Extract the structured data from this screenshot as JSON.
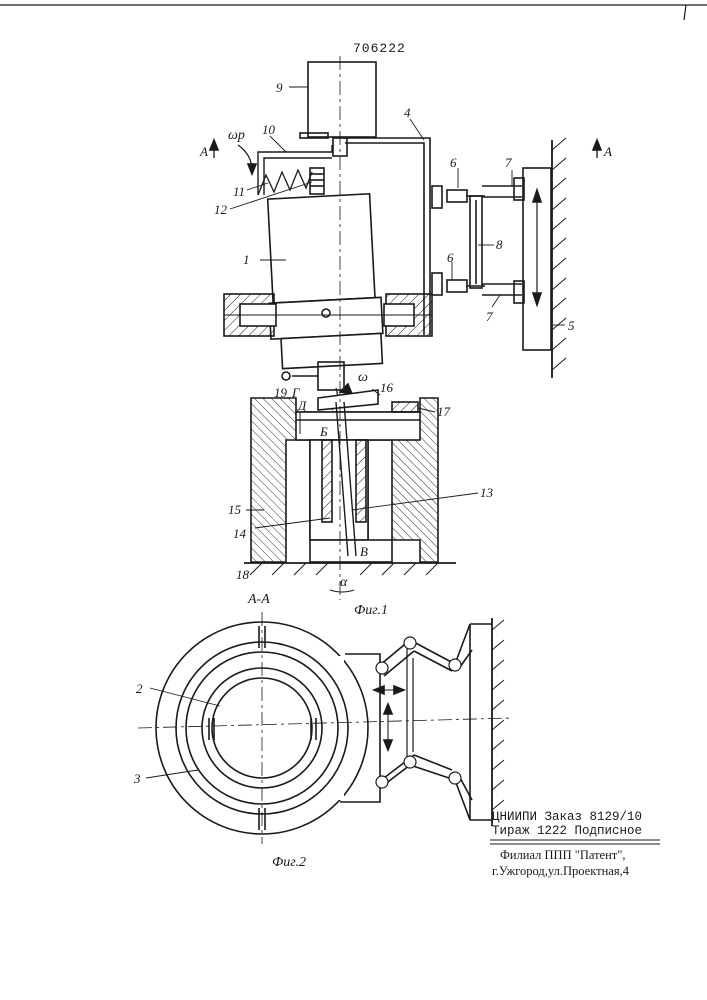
{
  "patent_number": "706222",
  "fig1_caption": "Фиг.1",
  "fig2_caption": "Фиг.2",
  "section_label": "А-А",
  "section_mark": "А",
  "omega_p": "ωр",
  "omega": "ω",
  "alpha": "α",
  "fig1_labels": [
    "1",
    "4",
    "5",
    "6",
    "6",
    "7",
    "7",
    "8",
    "9",
    "10",
    "11",
    "12",
    "13",
    "14",
    "15",
    "16",
    "17",
    "18",
    "19",
    "Г",
    "Д",
    "Б",
    "В"
  ],
  "fig2_labels": [
    "2",
    "3"
  ],
  "imprint": {
    "line1": "ЦНИИПИ Заказ 8129/10",
    "line2": "Тираж 1222  Подписное",
    "line3": "Филиал ППП \"Патент\",",
    "line4": "г.Ужгород,ул.Проектная,4"
  }
}
